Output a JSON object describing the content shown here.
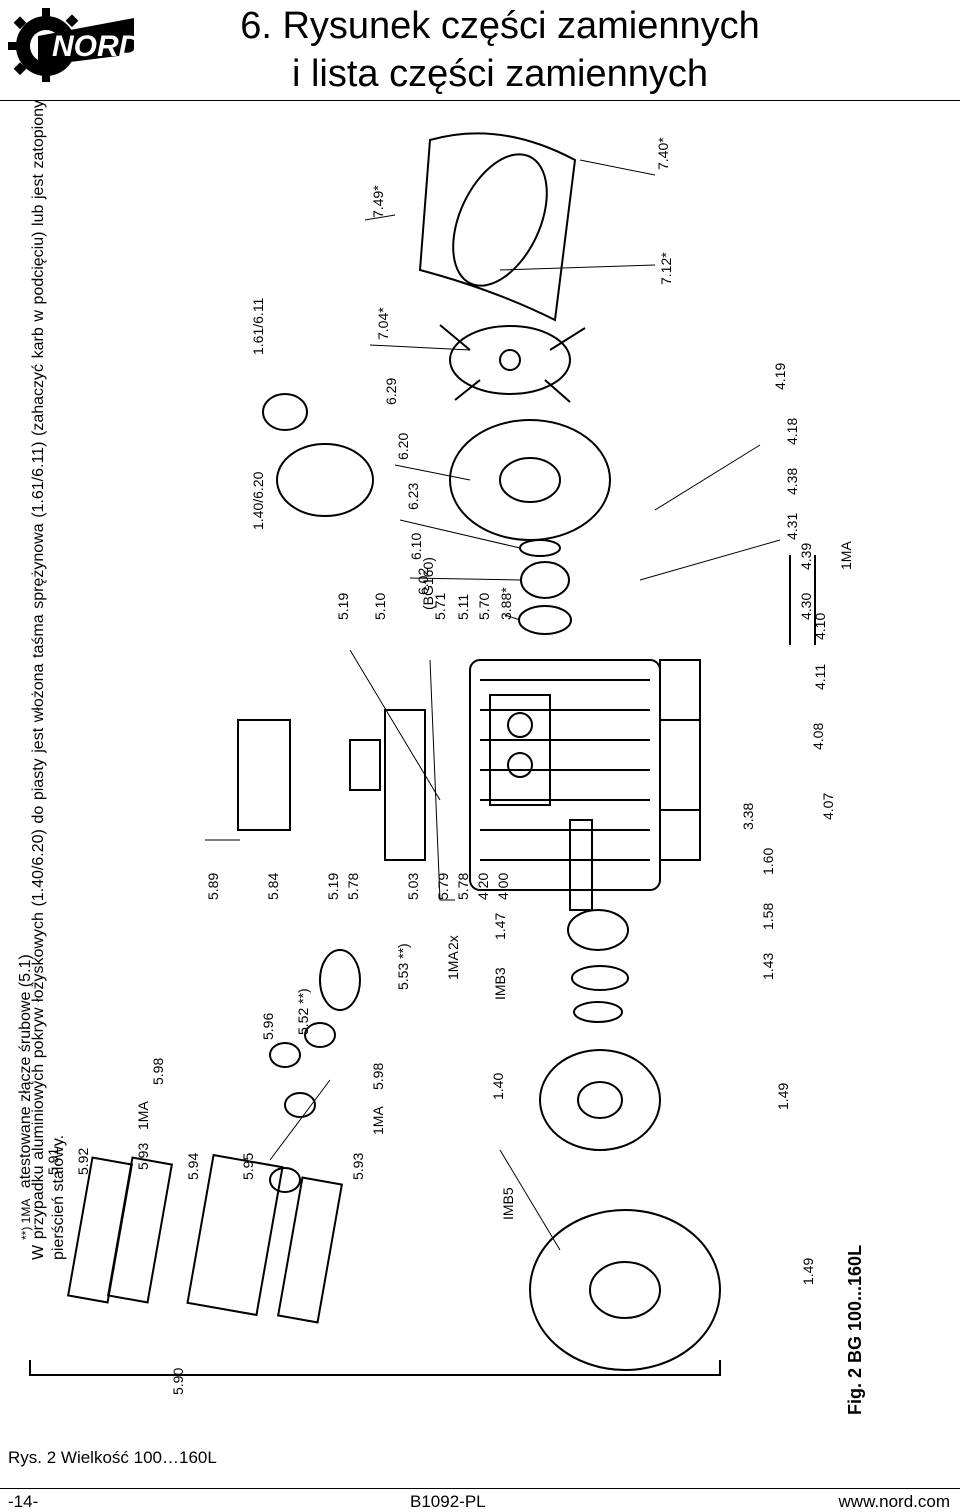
{
  "header": {
    "brand": "NORD",
    "title_line1": "6.  Rysunek części zamiennych",
    "title_line2": "i lista części zamiennych"
  },
  "notes": {
    "aluminium": "W przypadku aluminiowych pokryw łożyskowych (1.40/6.20) do piasty jest włożona taśma sprężynowa (1.61/6.11) (zahaczyć karb w podcięciu) lub jest zatopiony pierścień stalowy.",
    "footnote_mark": "**) 1MA",
    "footnote_text": "atestowane złącze śrubowe (5.1)"
  },
  "diagram": {
    "fig_label": "Fig. 2   BG 100...160L",
    "labels": [
      "5.91",
      "5.92",
      "5.93",
      "1MA",
      "5.98",
      "5.94",
      "5.95",
      "5.96",
      "5.52 **)",
      "5.93",
      "1MA",
      "5.98",
      "5.53 **)",
      "1MA",
      "IMB3",
      "1.47",
      "1.40",
      "IMB5",
      "1.49",
      "1.49",
      "5.89",
      "5.84",
      "5.19",
      "5.78",
      "5.03",
      "2x",
      "5.79",
      "5.78",
      "4.20",
      "4.00",
      "1.43",
      "1.58",
      "1.60",
      "3.38",
      "5.19",
      "5.10",
      "5.71",
      "5.11",
      "5.70",
      "3.88*",
      "6.02",
      "(BG160)",
      "6.10",
      "6.23",
      "6.20",
      "6.29",
      "1.40/6.20",
      "1.61/6.11",
      "7.04*",
      "7.12*",
      "7.49*",
      "7.40*",
      "4.07",
      "4.08",
      "4.11",
      "4.10",
      "4.30",
      "4.39",
      "4.31",
      "4.38",
      "4.18",
      "4.19",
      "1MA",
      "5.90"
    ]
  },
  "caption": "Rys. 2  Wielkość 100…160L",
  "footer": {
    "page": "-14-",
    "doc": "B1092-PL",
    "url": "www.nord.com"
  }
}
